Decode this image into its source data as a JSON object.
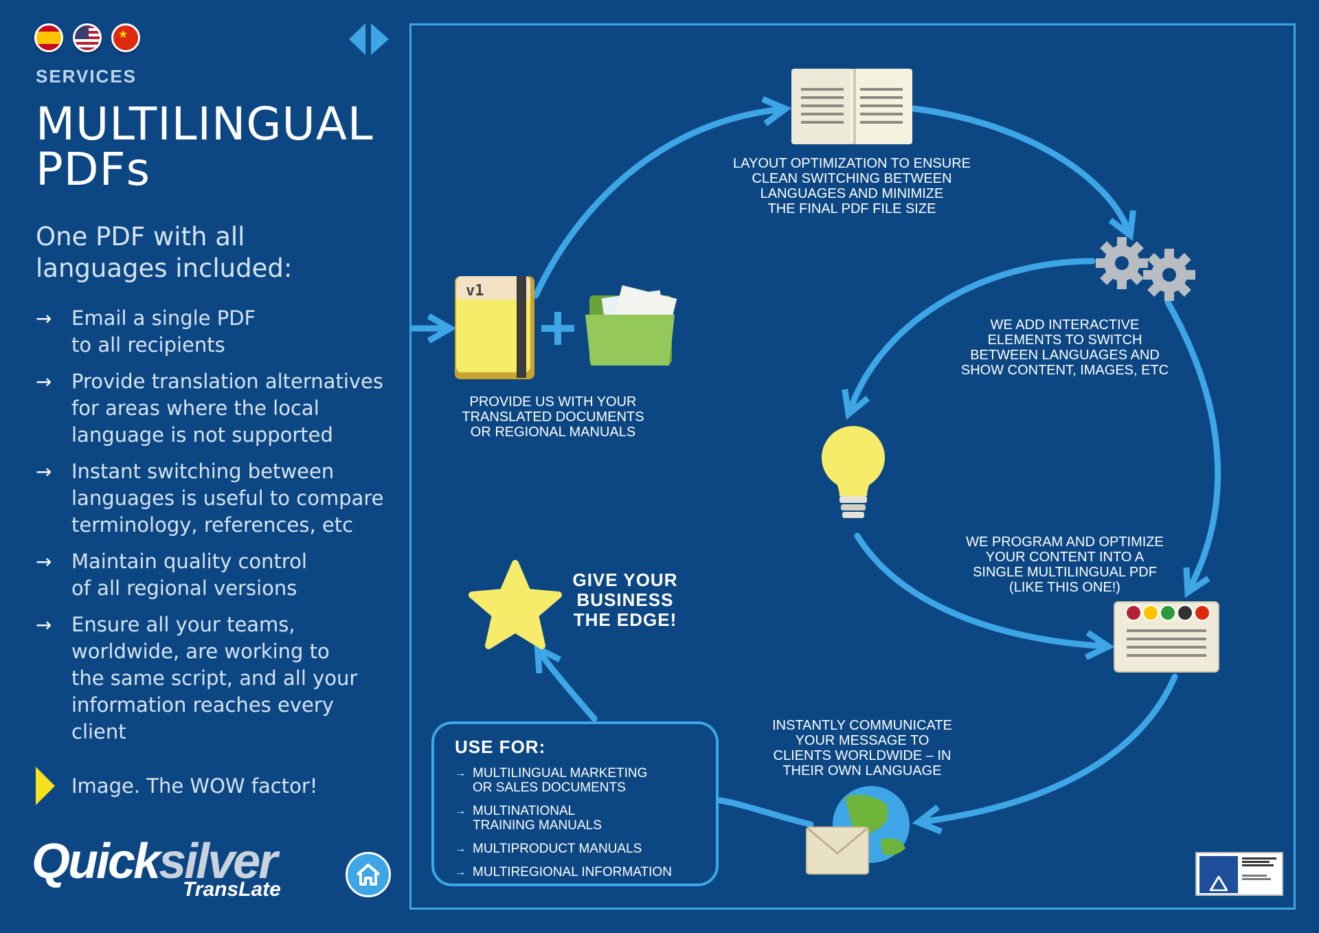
{
  "header": {
    "flags": [
      {
        "name": "spain-flag-icon"
      },
      {
        "name": "usa-flag-icon"
      },
      {
        "name": "china-flag-icon"
      }
    ],
    "section_label": "SERVICES",
    "title_line1": "MULTILINGUAL",
    "title_line2": "PDFs"
  },
  "intro": {
    "subtitle": "One PDF with all\nlanguages included:"
  },
  "bullets": [
    "Email a single PDF\nto all recipients",
    "Provide translation alternatives\nfor areas where the local\nlanguage is not supported",
    "Instant switching between\nlanguages is useful to compare\nterminology, references, etc",
    "Maintain quality control\nof all regional versions",
    "Ensure all your teams,\nworldwide, are working to\nthe same script, and all your\ninformation reaches every client"
  ],
  "wow": "Image. The WOW factor!",
  "logo": {
    "word1": "Quick",
    "word2": "silver",
    "word3": "TransLate"
  },
  "steps": {
    "provide": "PROVIDE US WITH YOUR\nTRANSLATED DOCUMENTS\nOR REGIONAL MANUALS",
    "layout": "LAYOUT OPTIMIZATION TO ENSURE\nCLEAN SWITCHING BETWEEN\nLANGUAGES AND MINIMIZE\nTHE FINAL PDF FILE SIZE",
    "interactive": "WE ADD INTERACTIVE\nELEMENTS TO SWITCH\nBETWEEN LANGUAGES AND\nSHOW CONTENT, IMAGES, ETC",
    "program": "WE PROGRAM AND OPTIMIZE\nYOUR CONTENT INTO A\nSINGLE MULTILINGUAL PDF\n(LIKE THIS ONE!)",
    "communicate": "INSTANTLY COMMUNICATE\nYOUR MESSAGE TO\nCLIENTS WORLDWIDE – IN\nTHEIR OWN LANGUAGE"
  },
  "doc_version_label": "v1",
  "edge": "GIVE YOUR\nBUSINESS\nTHE EDGE!",
  "use_for": {
    "heading": "USE FOR:",
    "items": [
      "MULTILINGUAL MARKETING\nOR SALES DOCUMENTS",
      "MULTINATIONAL\nTRAINING MANUALS",
      "MULTIPRODUCT MANUALS",
      "MULTIREGIONAL INFORMATION"
    ]
  },
  "colors": {
    "background": "#0c4783",
    "accent": "#3ea6e6",
    "highlight": "#f5e11d"
  }
}
